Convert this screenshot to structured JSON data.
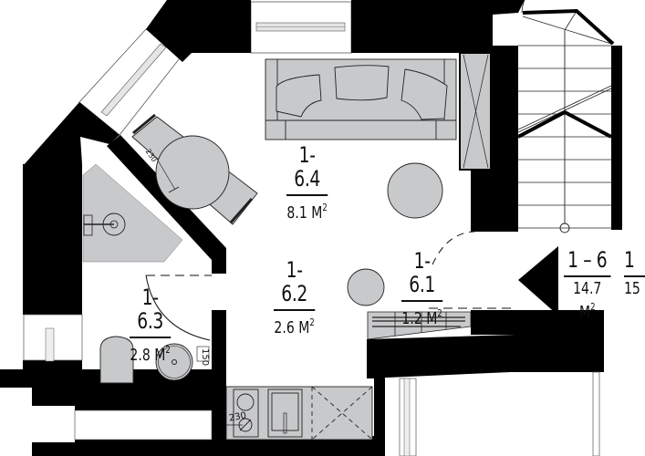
{
  "plan": {
    "type": "apartment floor plan",
    "colors": {
      "wall": "#000000",
      "furniture_fill": "#c8c9cb",
      "line": "#222222",
      "background": "#ffffff"
    },
    "rooms": [
      {
        "id": "1-6.4",
        "number": "1-6.4",
        "area_value": "8.1",
        "area_unit": "M",
        "area_power": "2"
      },
      {
        "id": "1-6.2",
        "number": "1-6.2",
        "area_value": "2.6",
        "area_unit": "M",
        "area_power": "2"
      },
      {
        "id": "1-6.1",
        "number": "1-6.1",
        "area_value": "1.2",
        "area_unit": "M",
        "area_power": "2"
      },
      {
        "id": "1-6.3",
        "number": "1-6.3",
        "area_value": "2.8",
        "area_unit": "M",
        "area_power": "2"
      },
      {
        "id": "1-6",
        "number": "1 – 6",
        "area_value": "14.7",
        "area_unit": "M",
        "area_power": "2"
      },
      {
        "id": "cut-off",
        "number": "1",
        "area_value": "15",
        "area_unit": "",
        "area_power": ""
      }
    ],
    "dimensions": {
      "sink_dim": "150",
      "stove_dim": "230",
      "table_dim": "230"
    },
    "fixtures": [
      "sofa",
      "dining-table",
      "chairs",
      "wardrobe",
      "stairs",
      "toilet",
      "bathroom-sink",
      "washing-machine",
      "kitchen-hob",
      "kitchen-sink",
      "kitchen-cabinet",
      "radiators",
      "windows",
      "doors",
      "entrance-arrow"
    ]
  }
}
